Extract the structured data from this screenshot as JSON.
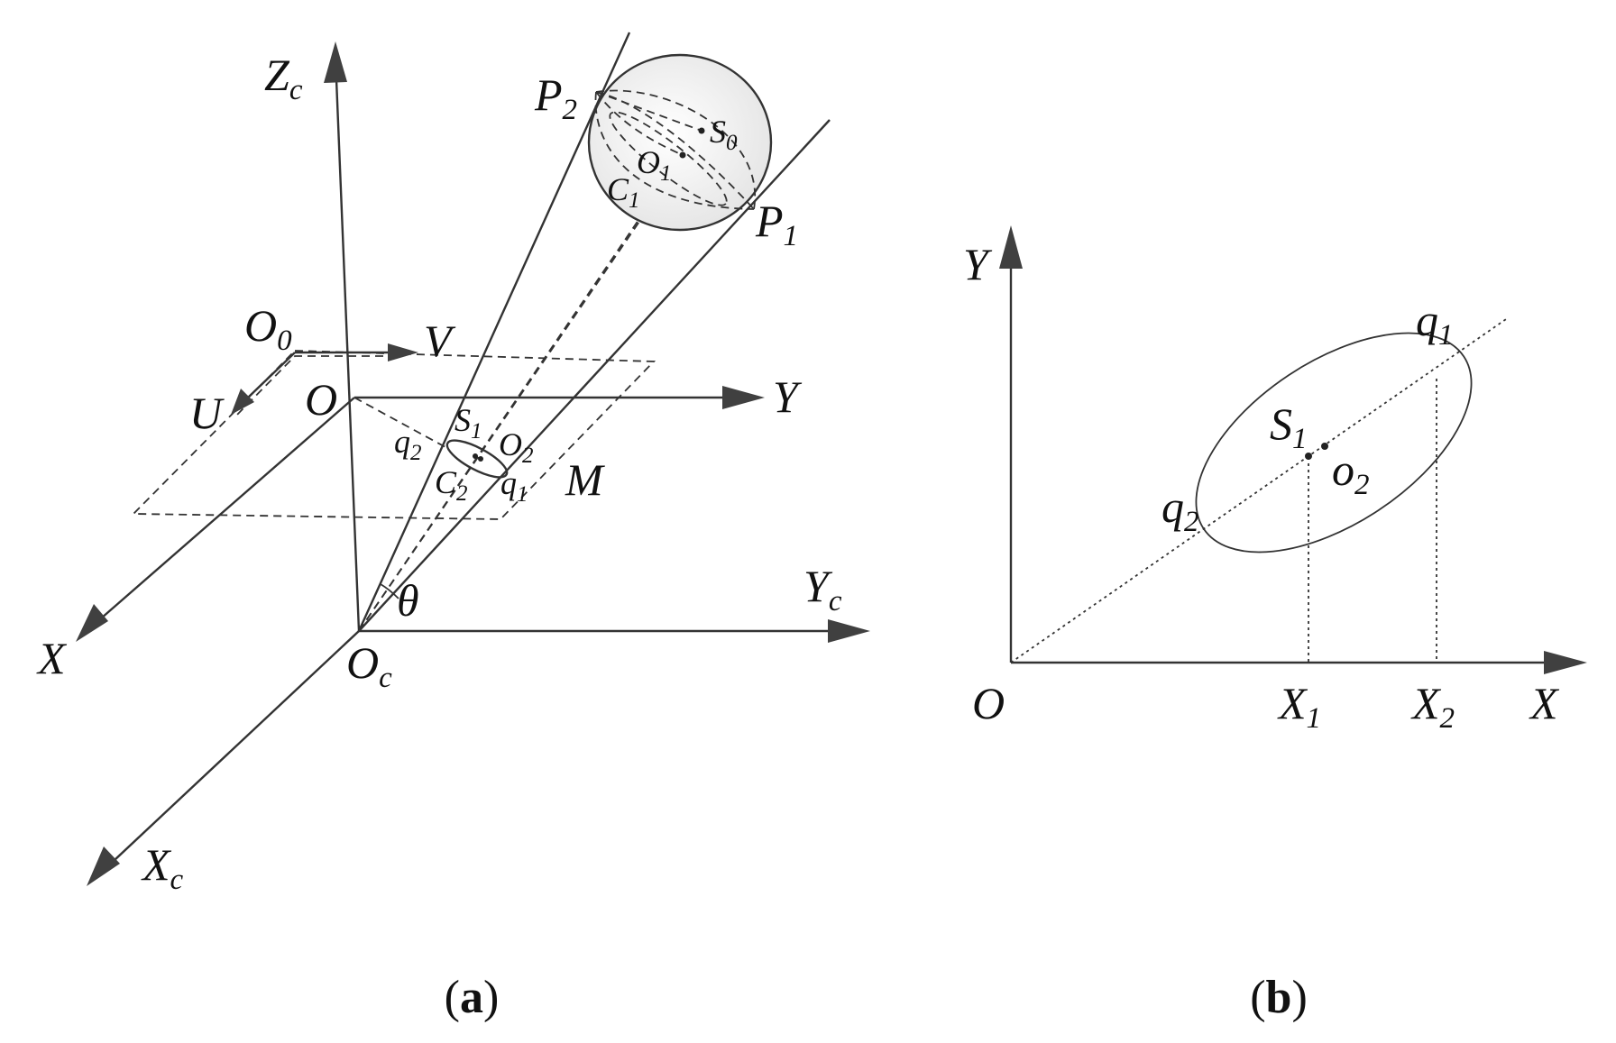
{
  "panel_a": {
    "caption_open": "(",
    "caption_letter": "a",
    "caption_close": ")",
    "labels": {
      "Zc": {
        "main": "Z",
        "sub": "c"
      },
      "P2": {
        "main": "P",
        "sub": "2"
      },
      "S0": {
        "main": "S",
        "sub": "0"
      },
      "O1": {
        "main": "O",
        "sub": "1"
      },
      "C1": {
        "main": "C",
        "sub": "1"
      },
      "P1": {
        "main": "P",
        "sub": "1"
      },
      "O0": {
        "main": "O",
        "sub": "0"
      },
      "V": {
        "main": "V"
      },
      "U": {
        "main": "U"
      },
      "O": {
        "main": "O"
      },
      "Y": {
        "main": "Y"
      },
      "S1": {
        "main": "S",
        "sub": "1"
      },
      "q2": {
        "main": "q",
        "sub": "2"
      },
      "O2": {
        "main": "O",
        "sub": "2"
      },
      "C2": {
        "main": "C",
        "sub": "2"
      },
      "q1": {
        "main": "q",
        "sub": "1"
      },
      "M": {
        "main": "M"
      },
      "theta": {
        "main": "θ"
      },
      "Yc": {
        "main": "Y",
        "sub": "c"
      },
      "X": {
        "main": "X"
      },
      "Oc": {
        "main": "O",
        "sub": "c"
      },
      "Xc": {
        "main": "X",
        "sub": "c"
      }
    }
  },
  "panel_b": {
    "caption_open": "(",
    "caption_letter": "b",
    "caption_close": ")",
    "labels": {
      "Y": {
        "main": "Y"
      },
      "q1": {
        "main": "q",
        "sub": "1"
      },
      "S1": {
        "main": "S",
        "sub": "1"
      },
      "o2": {
        "main": "o",
        "sub": "2"
      },
      "q2": {
        "main": "q",
        "sub": "2"
      },
      "O": {
        "main": "O"
      },
      "X1": {
        "main": "X",
        "sub": "1"
      },
      "X2": {
        "main": "X",
        "sub": "2"
      },
      "X": {
        "main": "X"
      }
    }
  }
}
